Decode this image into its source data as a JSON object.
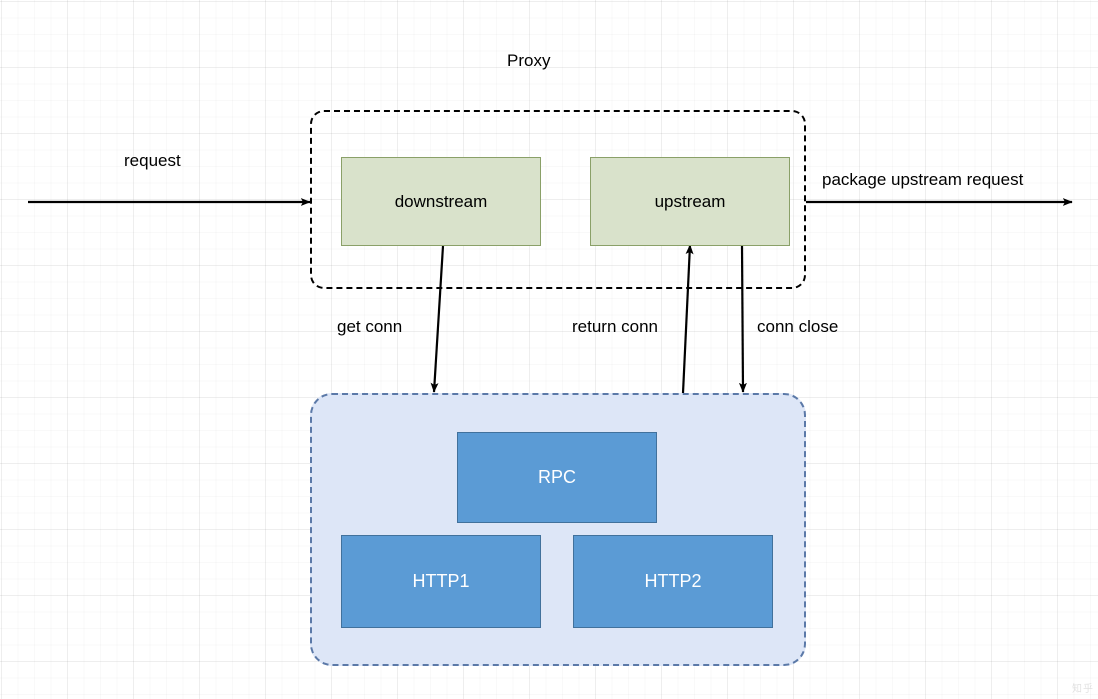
{
  "diagram": {
    "title": "Proxy",
    "groups": [
      {
        "id": "proxy",
        "label": "Proxy",
        "style": "dashed-black"
      },
      {
        "id": "pool",
        "label": "",
        "style": "dashed-blue-filled"
      }
    ],
    "nodes": [
      {
        "id": "downstream",
        "label": "downstream",
        "group": "proxy",
        "fill": "#d9e2cb",
        "stroke": "#8aa068"
      },
      {
        "id": "upstream",
        "label": "upstream",
        "group": "proxy",
        "fill": "#d9e2cb",
        "stroke": "#8aa068"
      },
      {
        "id": "rpc",
        "label": "RPC",
        "group": "pool",
        "fill": "#5b9bd5",
        "stroke": "#41719c"
      },
      {
        "id": "http1",
        "label": "HTTP1",
        "group": "pool",
        "fill": "#5b9bd5",
        "stroke": "#41719c"
      },
      {
        "id": "http2",
        "label": "HTTP2",
        "group": "pool",
        "fill": "#5b9bd5",
        "stroke": "#41719c"
      }
    ],
    "edges": [
      {
        "id": "request",
        "label": "request",
        "from": "external-left",
        "to": "proxy",
        "direction": "right"
      },
      {
        "id": "package-upstream",
        "label": "package upstream request",
        "from": "proxy",
        "to": "external-right",
        "direction": "right"
      },
      {
        "id": "get-conn",
        "label": "get conn",
        "from": "downstream",
        "to": "pool",
        "direction": "down"
      },
      {
        "id": "return-conn",
        "label": "return conn",
        "from": "pool",
        "to": "upstream",
        "direction": "up"
      },
      {
        "id": "conn-close",
        "label": "conn close",
        "from": "upstream",
        "to": "pool",
        "direction": "down"
      }
    ],
    "colors": {
      "green_fill": "#d9e2cb",
      "green_stroke": "#8aa068",
      "blue_fill": "#5b9bd5",
      "blue_stroke": "#41719c",
      "pool_fill": "#dde6f7",
      "pool_stroke": "#5b79a8",
      "line": "#000000",
      "background": "#ffffff"
    },
    "watermark": "知乎"
  }
}
